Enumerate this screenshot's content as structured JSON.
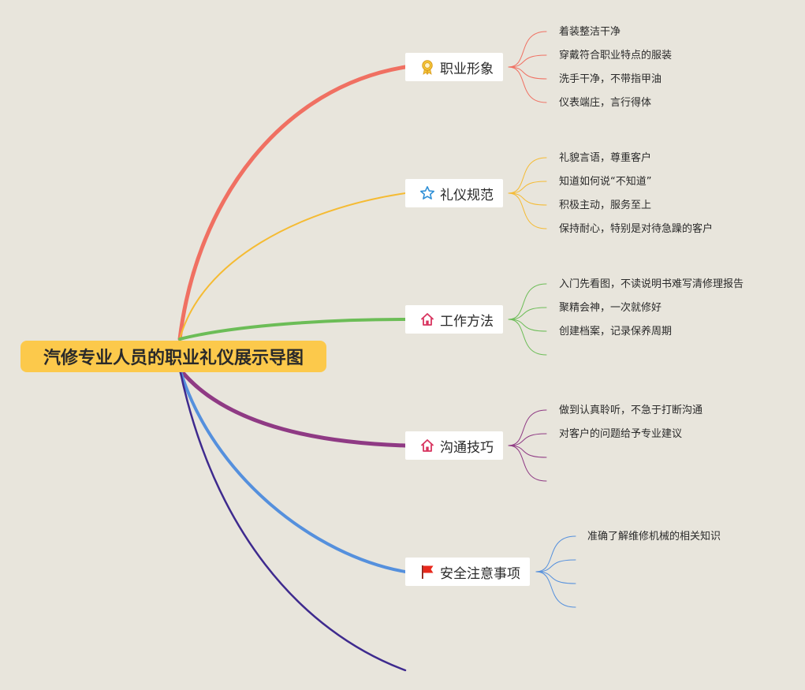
{
  "root": {
    "title": "汽修专业人员的职业礼仪展示导图",
    "color": "#fcc94b"
  },
  "branches": [
    {
      "label": "职业形象",
      "icon": "award-ribbon-icon",
      "color": "#f07062",
      "leaves": [
        "着装整洁干净",
        "穿戴符合职业特点的服装",
        "洗手干净，不带指甲油",
        "仪表端庄，言行得体"
      ]
    },
    {
      "label": "礼仪规范",
      "icon": "star-outline-icon",
      "color": "#f5bb33",
      "leaves": [
        "礼貌言语，尊重客户",
        "知道如何说“不知道”",
        "积极主动，服务至上",
        "保持耐心，特别是对待急躁的客户"
      ]
    },
    {
      "label": "工作方法",
      "icon": "house-icon",
      "color": "#6cbd57",
      "leaves": [
        "入门先看图，不读说明书难写清修理报告",
        "聚精会神，一次就修好",
        "创建档案，记录保养周期",
        ""
      ]
    },
    {
      "label": "沟通技巧",
      "icon": "house-icon",
      "color": "#8f3a84",
      "leaves": [
        "做到认真聆听，不急于打断沟通",
        "对客户的问题给予专业建议",
        "",
        ""
      ]
    },
    {
      "label": "安全注意事项",
      "icon": "red-flag-icon",
      "color": "#5590dd",
      "leaves": [
        "准确了解维修机械的相关知识",
        "",
        "",
        ""
      ]
    },
    {
      "label": "",
      "icon": "",
      "color": "#3e2a8e",
      "leaves": []
    }
  ]
}
